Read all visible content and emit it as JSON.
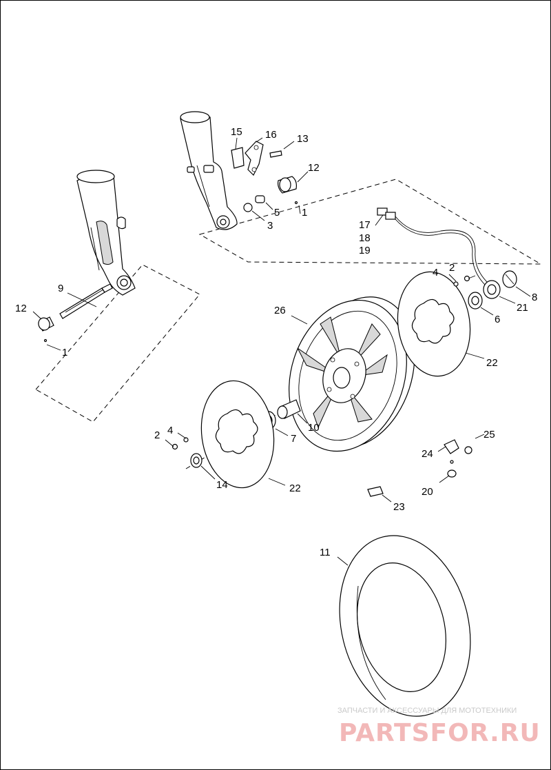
{
  "callouts": {
    "n1a": "1",
    "n1b": "1",
    "n2a": "2",
    "n2b": "2",
    "n3": "3",
    "n4a": "4",
    "n4b": "4",
    "n5": "5",
    "n6": "6",
    "n7": "7",
    "n8": "8",
    "n9": "9",
    "n10": "10",
    "n11": "11",
    "n12a": "12",
    "n12b": "12",
    "n13": "13",
    "n14": "14",
    "n15": "15",
    "n16": "16",
    "n17": "17",
    "n18": "18",
    "n19": "19",
    "n20": "20",
    "n21": "21",
    "n22a": "22",
    "n22b": "22",
    "n23": "23",
    "n24": "24",
    "n25": "25",
    "n26": "26"
  },
  "watermark": {
    "tagline": "ЗАПЧАСТИ И АКСЕССУАРЫ ДЛЯ МОТОТЕХНИКИ",
    "brand": "PARTSFOR.RU"
  }
}
